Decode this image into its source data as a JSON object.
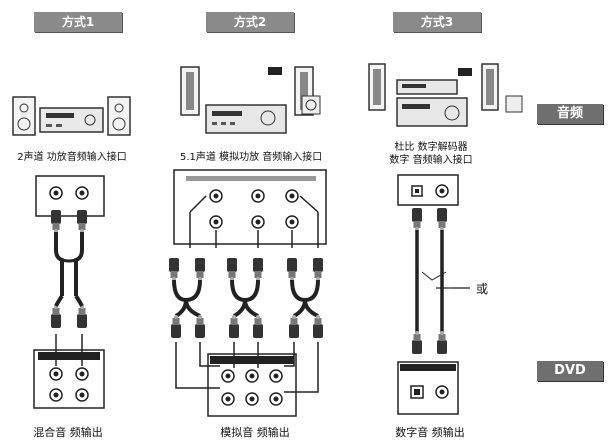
{
  "methods": [
    {
      "tab": "方式1",
      "device_caption": "2声道 功放音频输入接口",
      "output_caption": "混合音 频输出"
    },
    {
      "tab": "方式2",
      "device_caption": "5.1声道 模拟功放 音频输入接口",
      "output_caption": "模拟音 频输出"
    },
    {
      "tab": "方式3",
      "device_caption_lines": [
        "杜比 数字解码器",
        "数字 音频输入接口"
      ],
      "output_caption": "数字音 频输出",
      "or_label": "或"
    }
  ],
  "side_tags": {
    "audio": "音频",
    "dvd": "DVD"
  }
}
